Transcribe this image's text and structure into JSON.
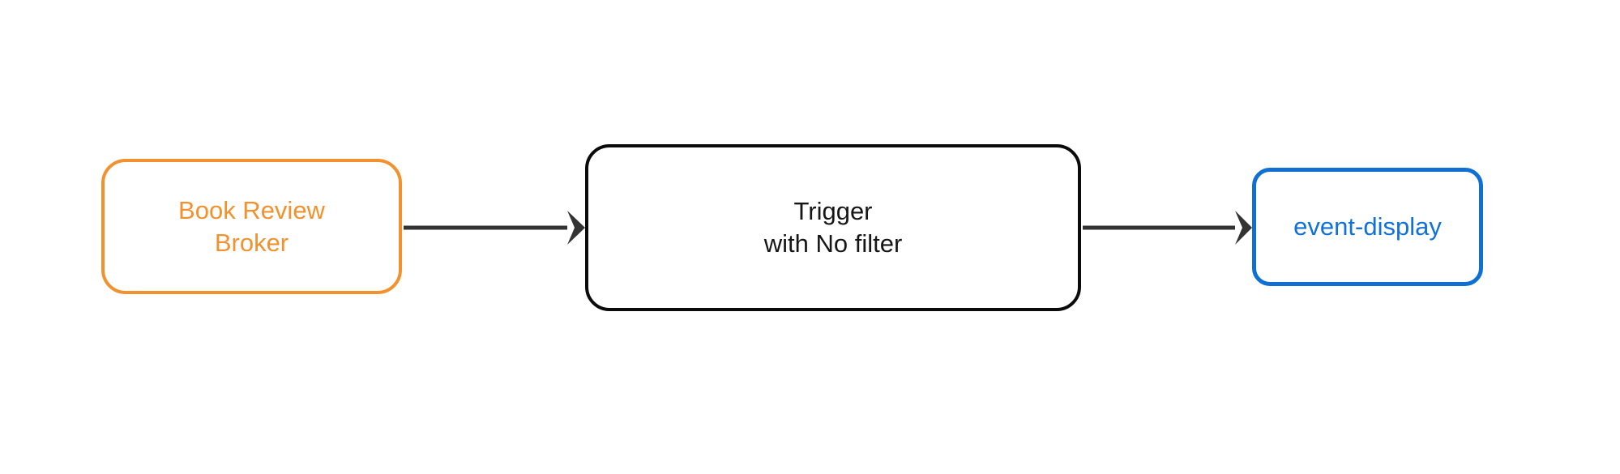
{
  "diagram": {
    "type": "flowchart",
    "direction": "left-to-right",
    "background_color": "#ffffff",
    "nodes": [
      {
        "id": "broker",
        "label": "Book Review\nBroker",
        "label_line1": "Book Review",
        "label_line2": "Broker",
        "shape": "rounded-rectangle",
        "border_color": "#F2922F",
        "text_color": "#F2922F",
        "fill_color": "#ffffff"
      },
      {
        "id": "trigger",
        "label": "Trigger\nwith No filter",
        "label_line1": "Trigger",
        "label_line2": "with No filter",
        "shape": "rounded-rectangle",
        "border_color": "#0b0b0b",
        "text_color": "#161616",
        "fill_color": "#ffffff"
      },
      {
        "id": "sink",
        "label": "event-display",
        "label_line1": "event-display",
        "shape": "rounded-rectangle",
        "border_color": "#0f6fd2",
        "text_color": "#1071d6",
        "fill_color": "#ffffff"
      }
    ],
    "edges": [
      {
        "id": "broker-to-trigger",
        "from": "broker",
        "to": "trigger",
        "label": "",
        "arrow": "solid-arrowhead",
        "color": "#333333"
      },
      {
        "id": "trigger-to-sink",
        "from": "trigger",
        "to": "sink",
        "label": "",
        "arrow": "solid-arrowhead",
        "color": "#333333"
      }
    ]
  }
}
